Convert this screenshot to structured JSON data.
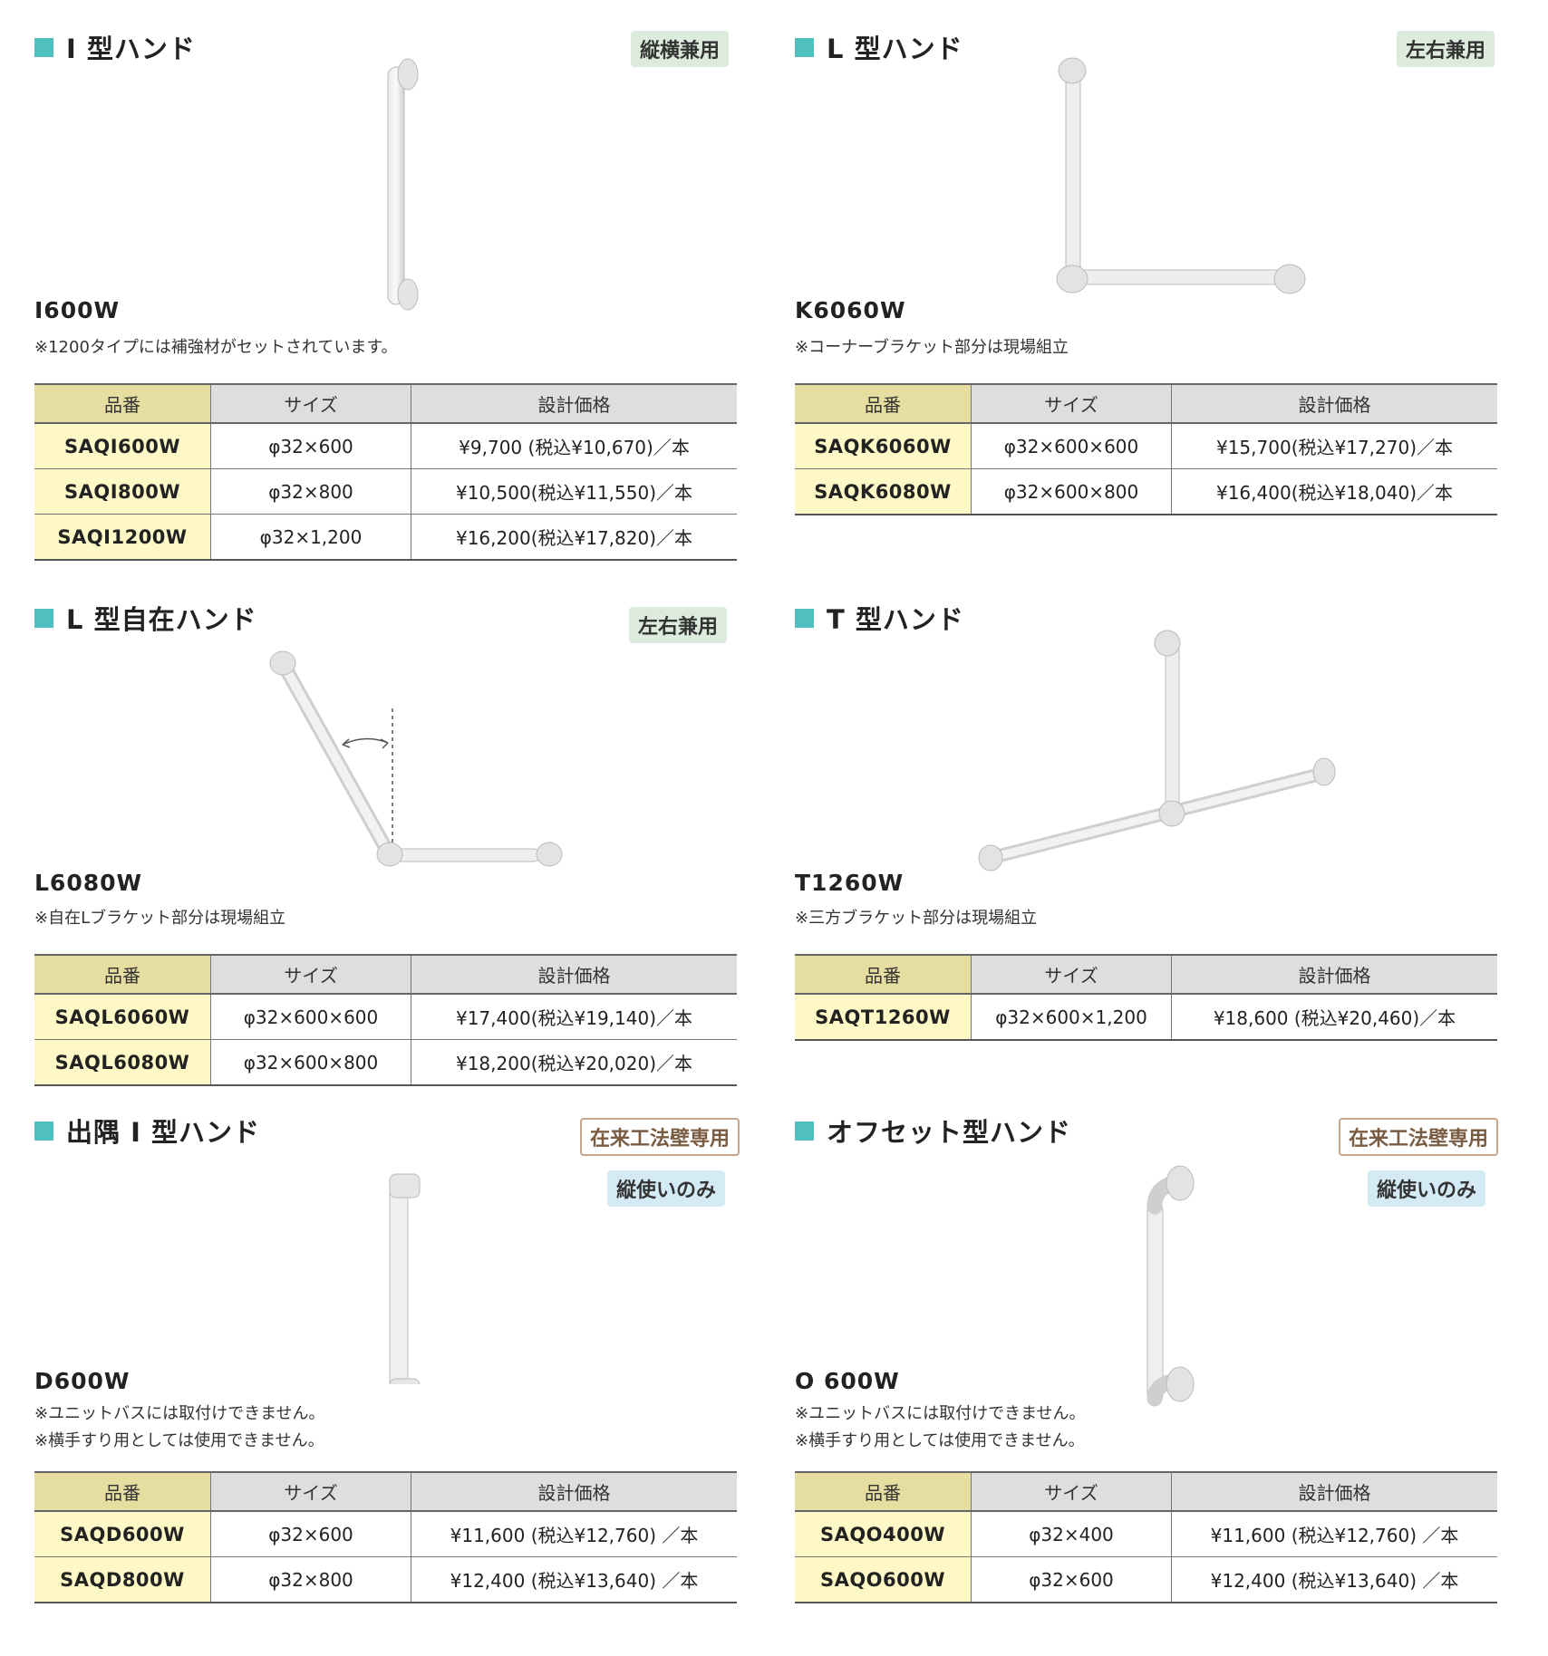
{
  "headers": {
    "code": "品番",
    "size": "サイズ",
    "price": "設計価格"
  },
  "sections": [
    {
      "title": "I 型ハンド",
      "badges": [
        "縦横兼用"
      ],
      "model": "I600W",
      "notes": [
        "※1200タイプには補強材がセットされています。"
      ],
      "rows": [
        {
          "code": "SAQI600W",
          "size": "φ32×600",
          "price": "¥9,700 (税込¥10,670)／本"
        },
        {
          "code": "SAQI800W",
          "size": "φ32×800",
          "price": "¥10,500(税込¥11,550)／本"
        },
        {
          "code": "SAQI1200W",
          "size": "φ32×1,200",
          "price": "¥16,200(税込¥17,820)／本"
        }
      ]
    },
    {
      "title": "L 型ハンド",
      "badges": [
        "左右兼用"
      ],
      "model": "K6060W",
      "notes": [
        "※コーナーブラケット部分は現場組立"
      ],
      "rows": [
        {
          "code": "SAQK6060W",
          "size": "φ32×600×600",
          "price": "¥15,700(税込¥17,270)／本"
        },
        {
          "code": "SAQK6080W",
          "size": "φ32×600×800",
          "price": "¥16,400(税込¥18,040)／本"
        }
      ]
    },
    {
      "title": "L 型自在ハンド",
      "badges": [
        "左右兼用"
      ],
      "model": "L6080W",
      "notes": [
        "※自在Lブラケット部分は現場組立"
      ],
      "rows": [
        {
          "code": "SAQL6060W",
          "size": "φ32×600×600",
          "price": "¥17,400(税込¥19,140)／本"
        },
        {
          "code": "SAQL6080W",
          "size": "φ32×600×800",
          "price": "¥18,200(税込¥20,020)／本"
        }
      ]
    },
    {
      "title": "T 型ハンド",
      "badges": [],
      "model": "T1260W",
      "notes": [
        "※三方ブラケット部分は現場組立"
      ],
      "rows": [
        {
          "code": "SAQT1260W",
          "size": "φ32×600×1,200",
          "price": "¥18,600 (税込¥20,460)／本"
        }
      ]
    },
    {
      "title": "出隅 I 型ハンド",
      "badges": [
        "在来工法壁専用",
        "縦使いのみ"
      ],
      "model": "D600W",
      "notes": [
        "※ユニットバスには取付けできません。",
        "※横手すり用としては使用できません。"
      ],
      "rows": [
        {
          "code": "SAQD600W",
          "size": "φ32×600",
          "price": "¥11,600 (税込¥12,760) ／本"
        },
        {
          "code": "SAQD800W",
          "size": "φ32×800",
          "price": "¥12,400 (税込¥13,640) ／本"
        }
      ]
    },
    {
      "title": "オフセット型ハンド",
      "badges": [
        "在来工法壁専用",
        "縦使いのみ"
      ],
      "model": "O 600W",
      "notes": [
        "※ユニットバスには取付けできません。",
        "※横手すり用としては使用できません。"
      ],
      "rows": [
        {
          "code": "SAQO400W",
          "size": "φ32×400",
          "price": "¥11,600 (税込¥12,760) ／本"
        },
        {
          "code": "SAQO600W",
          "size": "φ32×600",
          "price": "¥12,400 (税込¥13,640) ／本"
        }
      ]
    }
  ]
}
